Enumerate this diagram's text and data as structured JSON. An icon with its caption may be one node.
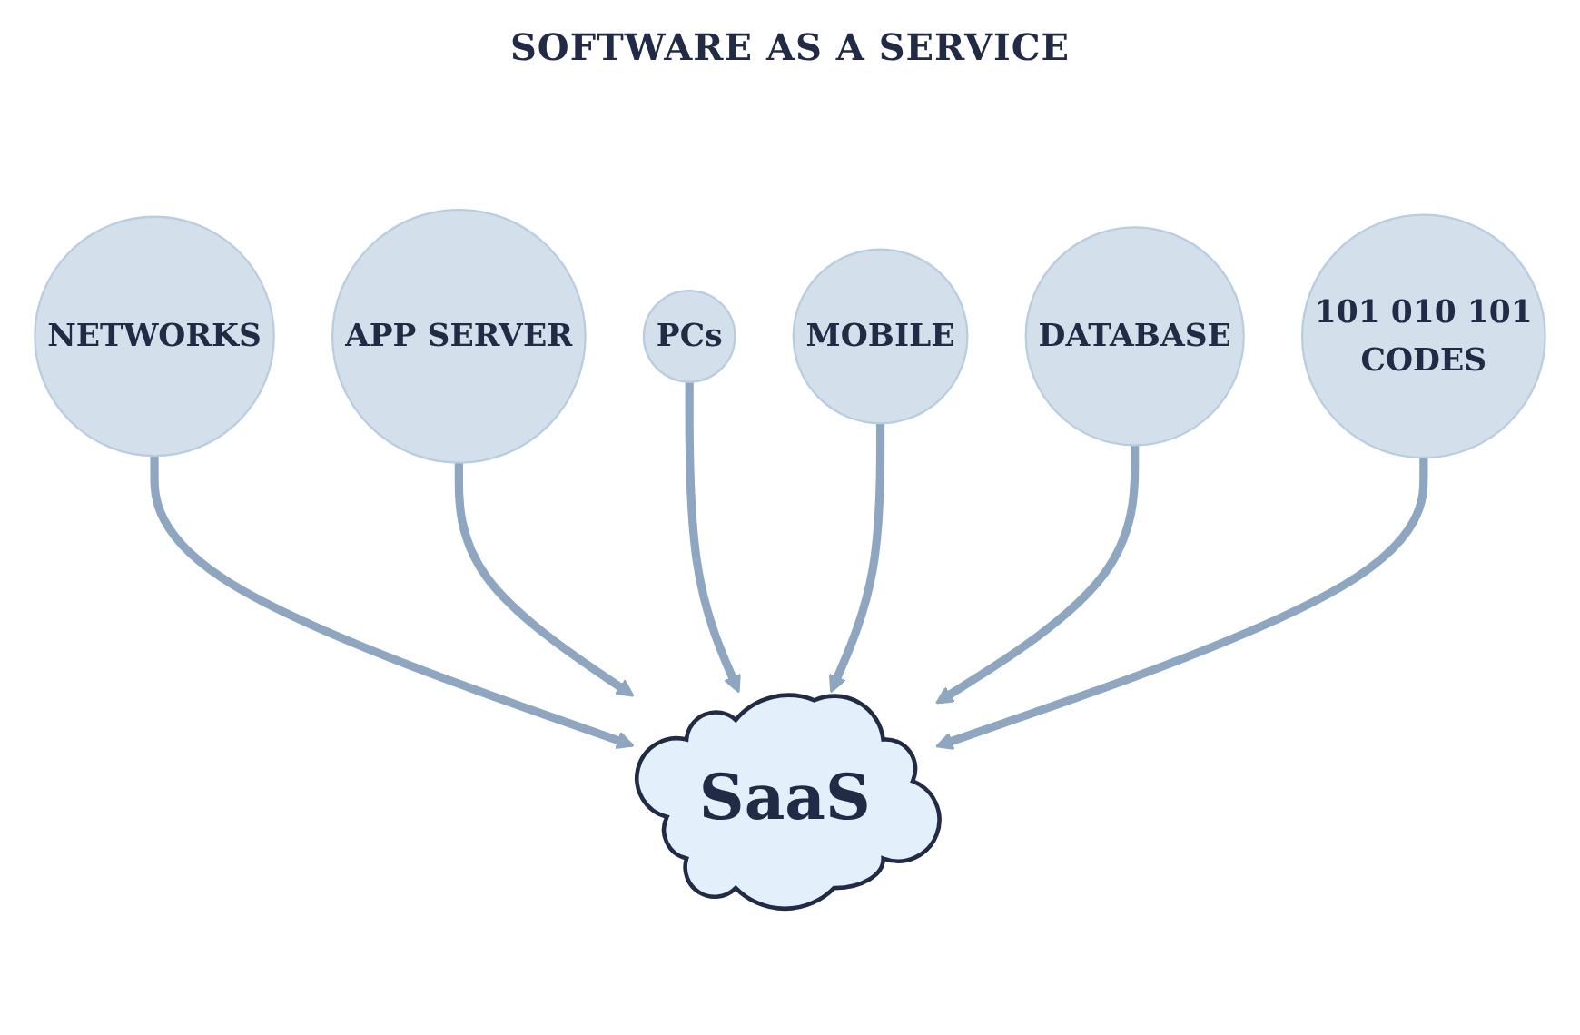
{
  "diagram": {
    "title": "SOFTWARE AS A SERVICE",
    "nodes": [
      {
        "text": [
          "NETWORKS"
        ]
      },
      {
        "text": [
          "APP SERVER"
        ]
      },
      {
        "text": [
          "PCs"
        ]
      },
      {
        "text": [
          "SaaS"
        ]
      },
      {
        "text": [
          "MOBILE"
        ]
      },
      {
        "text": [
          "DATABASE"
        ]
      },
      {
        "text": [
          "101 010 101",
          "CODES"
        ]
      }
    ],
    "edges": [
      {
        "from": 0,
        "to": 3,
        "arrow": "to"
      },
      {
        "from": 1,
        "to": 3,
        "arrow": "to"
      },
      {
        "from": 2,
        "to": 3,
        "arrow": "to"
      },
      {
        "from": 4,
        "to": 3,
        "arrow": "to"
      },
      {
        "from": 5,
        "to": 3,
        "arrow": "to"
      },
      {
        "from": 6,
        "to": 3,
        "arrow": "to"
      }
    ]
  }
}
